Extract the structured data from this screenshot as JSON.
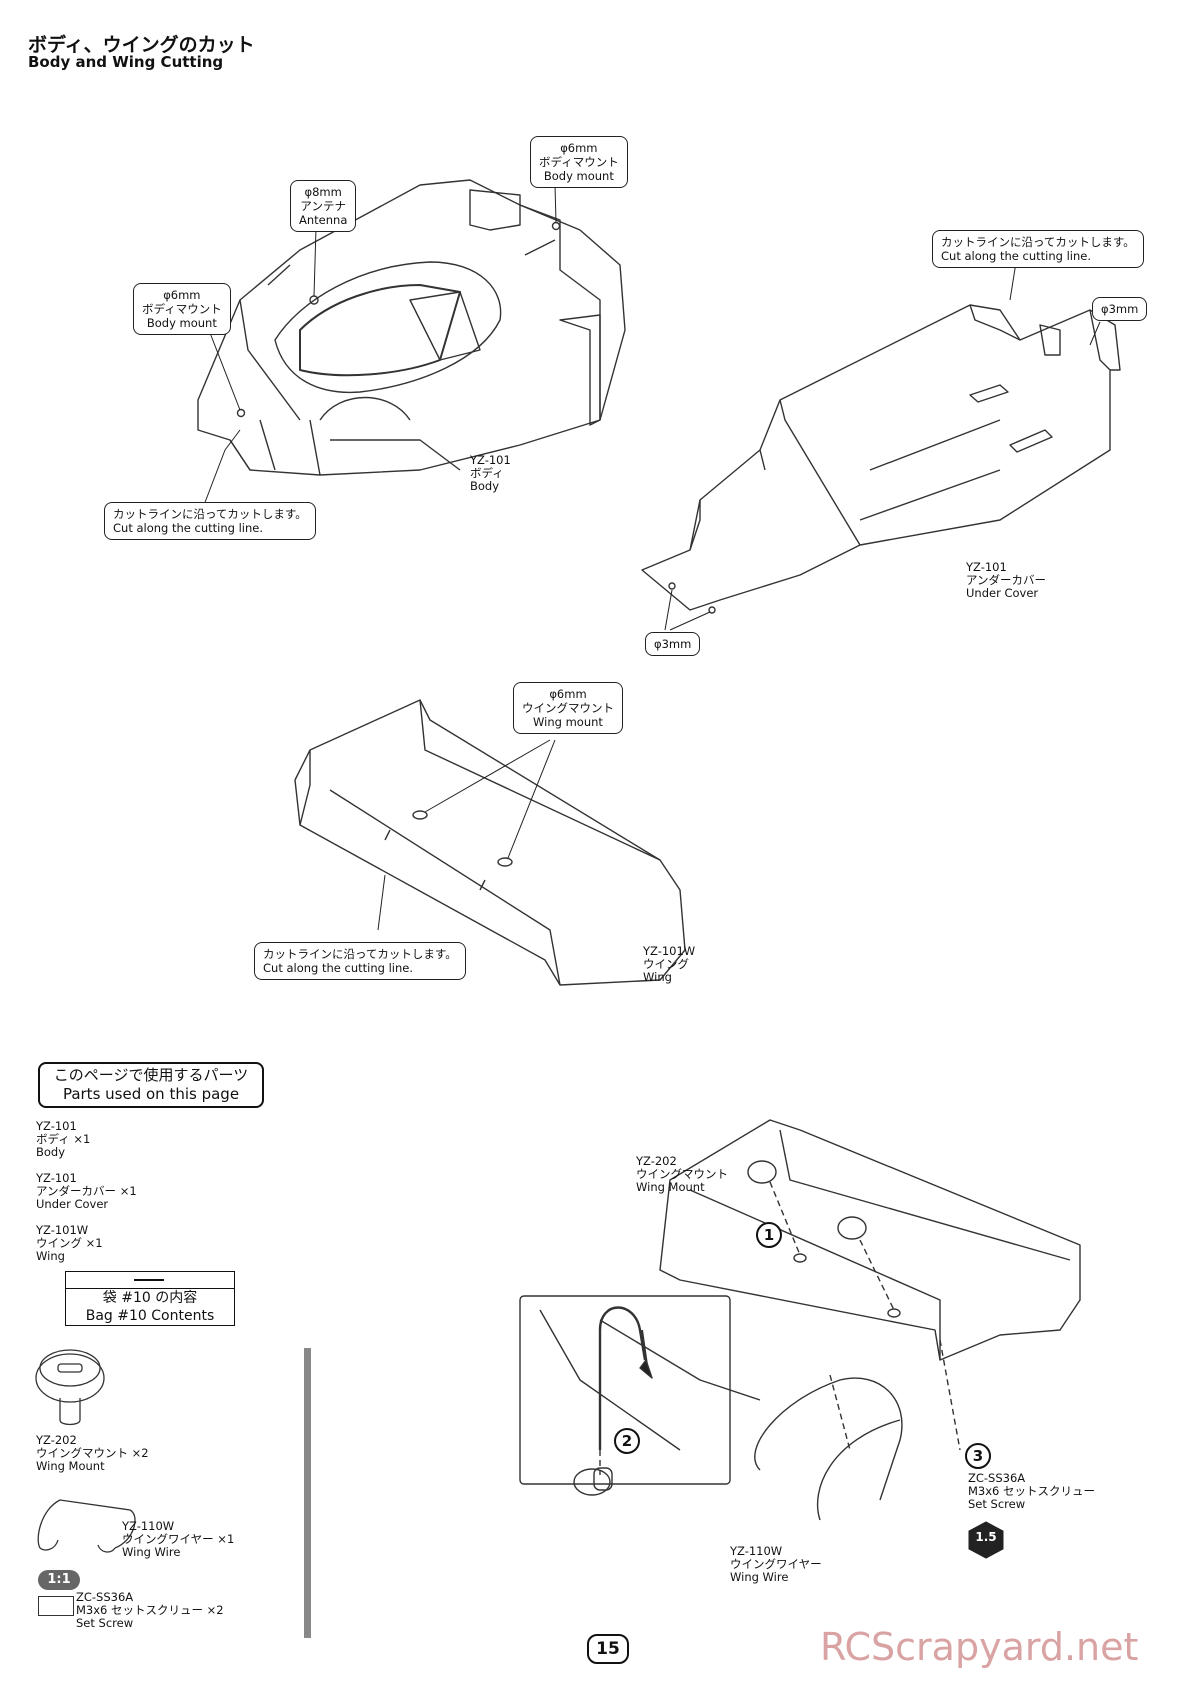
{
  "header": {
    "title_jp": "ボディ、ウイングのカット",
    "title_en": "Body and Wing Cutting"
  },
  "body_section": {
    "callout_antenna": [
      "φ8mm",
      "アンテナ",
      "Antenna"
    ],
    "callout_body_mount_left": [
      "φ6mm",
      "ボディマウント",
      "Body mount"
    ],
    "callout_body_mount_top": [
      "φ6mm",
      "ボディマウント",
      "Body mount"
    ],
    "callout_cut": [
      "カットラインに沿ってカットします。",
      "Cut along the cutting line."
    ],
    "part_label": [
      "YZ-101",
      "ボディ",
      "Body"
    ]
  },
  "under_cover_section": {
    "callout_cut": [
      "カットラインに沿ってカットします。",
      "Cut along the cutting line."
    ],
    "hole_top": "φ3mm",
    "hole_bottom": "φ3mm",
    "part_label": [
      "YZ-101",
      "アンダーカバー",
      "Under Cover"
    ]
  },
  "wing_section": {
    "callout_wing_mount": [
      "φ6mm",
      "ウイングマウント",
      "Wing mount"
    ],
    "callout_cut": [
      "カットラインに沿ってカットします。",
      "Cut along the cutting line."
    ],
    "part_label": [
      "YZ-101W",
      "ウイング",
      "Wing"
    ]
  },
  "parts_list": {
    "heading_jp": "このページで使用するパーツ",
    "heading_en": "Parts used on this page",
    "items": [
      [
        "YZ-101",
        "ボディ ×1",
        "Body"
      ],
      [
        "YZ-101",
        "アンダーカバー ×1",
        "Under Cover"
      ],
      [
        "YZ-101W",
        "ウイング ×1",
        "Wing"
      ]
    ],
    "bag_jp": "袋 #10 の内容",
    "bag_en": "Bag #10 Contents",
    "bag_items": {
      "wing_mount": [
        "YZ-202",
        "ウイングマウント ×2",
        "Wing Mount"
      ],
      "wing_wire": [
        "YZ-110W",
        "ウイングワイヤー ×1",
        "Wing Wire"
      ],
      "scale": "1:1",
      "set_screw": [
        "ZC-SS36A",
        "M3x6 セットスクリュー ×2",
        "Set Screw"
      ]
    }
  },
  "assembly": {
    "wing_mount_label": [
      "YZ-202",
      "ウイングマウント",
      "Wing Mount"
    ],
    "wing_wire_label": [
      "YZ-110W",
      "ウイングワイヤー",
      "Wing Wire"
    ],
    "set_screw_label": [
      "ZC-SS36A",
      "M3x6 セットスクリュー",
      "Set Screw"
    ],
    "steps": [
      "1",
      "2",
      "3"
    ],
    "hex_wrench": "1.5"
  },
  "footer": {
    "page_number": "15",
    "watermark": "RCScrapyard.net"
  }
}
